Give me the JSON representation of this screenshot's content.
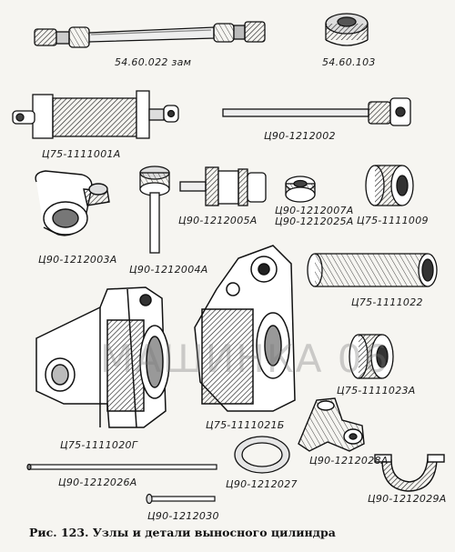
{
  "caption": "Рис. 123. Узлы и детали выносного цилиндра",
  "watermark": "МАШИНКА 06",
  "labels": {
    "hose_assembly": "54.60.022 зам",
    "nut": "54.60.103",
    "cylinder": "Ц75-1111001А",
    "push_rod": "Ц90-1212002",
    "clamp": "Ц90-1212003А",
    "pin_with_head": "Ц90-1212004А",
    "coupling": "Ц90-1212005А",
    "small_nut_a": "Ц90-1212007А",
    "small_nut_b": "Ц90-1212025А",
    "bushing": "Ц75-1111009",
    "sleeve": "Ц75-1111022",
    "bracket_large": "Ц75-1111020Г",
    "head_housing": "Ц75-1111021Б",
    "roller": "Ц75-1111023А",
    "long_rod": "Ц90-1212026А",
    "ring": "Ц90-1212027",
    "bracket_small": "Ц90-1212028А",
    "short_pin": "Ц90-1212030",
    "half_clamp": "Ц90-1212029А"
  }
}
